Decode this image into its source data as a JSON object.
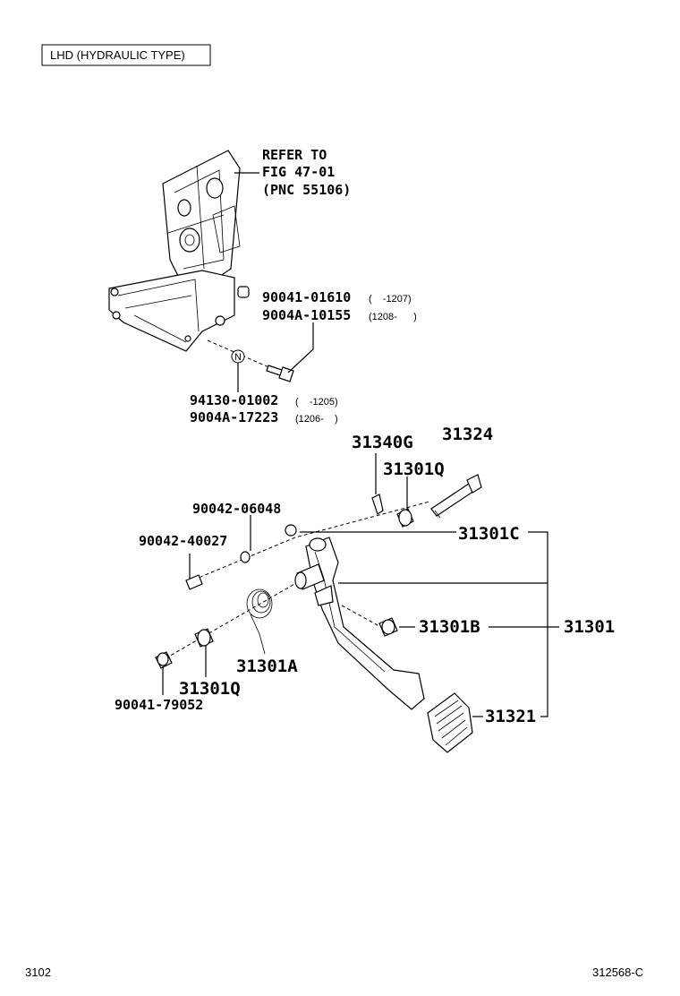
{
  "header": {
    "variant_label": "LHD (HYDRAULIC TYPE)"
  },
  "refer": {
    "line1": "REFER TO",
    "line2": "FIG 47-01",
    "line3": "(PNC 55106)"
  },
  "parts": {
    "p90041_01610": {
      "number": "90041-01610",
      "range": "(    -1207)"
    },
    "p9004A_10155": {
      "number": "9004A-10155",
      "range": "(1208-      )"
    },
    "p94130_01002": {
      "number": "94130-01002",
      "range": "(    -1205)"
    },
    "p9004A_17223": {
      "number": "9004A-17223",
      "range": "(1206-    )"
    },
    "p31340G": "31340G",
    "p31324": "31324",
    "p31301Q_top": "31301Q",
    "p90042_06048": "90042-06048",
    "p90042_40027": "90042-40027",
    "p31301C": "31301C",
    "p31301B": "31301B",
    "p31301": "31301",
    "p31301A": "31301A",
    "p31301Q_bottom": "31301Q",
    "p90041_79052": "90041-79052",
    "p31321": "31321"
  },
  "marker_n": "N",
  "footer": {
    "left_code": "3102",
    "right_code": "312568-C"
  }
}
